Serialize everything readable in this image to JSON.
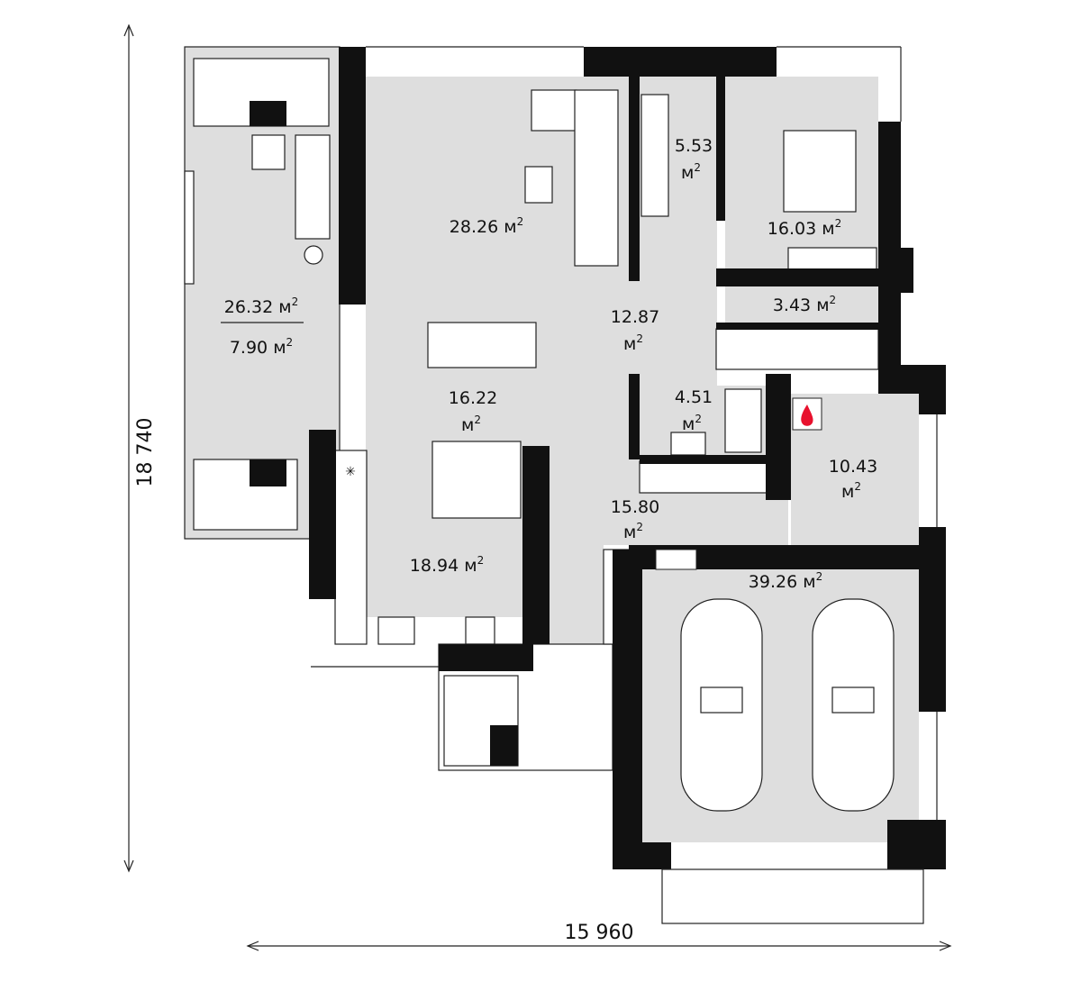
{
  "plan": {
    "rooms": [
      {
        "id": "terrace",
        "area": "26.32",
        "unit": "м",
        "sup": "2"
      },
      {
        "id": "terrace-covered",
        "area": "7.90",
        "unit": "м",
        "sup": "2"
      },
      {
        "id": "living",
        "area": "28.26",
        "unit": "м",
        "sup": "2"
      },
      {
        "id": "wardrobe",
        "area": "5.53",
        "unit": "м",
        "sup": "2"
      },
      {
        "id": "bedroom",
        "area": "16.03",
        "unit": "м",
        "sup": "2"
      },
      {
        "id": "corridor",
        "area": "12.87",
        "unit": "м",
        "sup": "2"
      },
      {
        "id": "storage",
        "area": "3.43",
        "unit": "м",
        "sup": "2"
      },
      {
        "id": "dining",
        "area": "16.22",
        "unit": "м",
        "sup": "2"
      },
      {
        "id": "bathroom",
        "area": "4.51",
        "unit": "м",
        "sup": "2"
      },
      {
        "id": "boiler-room",
        "area": "10.43",
        "unit": "м",
        "sup": "2"
      },
      {
        "id": "hall",
        "area": "15.80",
        "unit": "м",
        "sup": "2"
      },
      {
        "id": "kitchen",
        "area": "18.94",
        "unit": "м",
        "sup": "2"
      },
      {
        "id": "garage",
        "area": "39.26",
        "unit": "м",
        "sup": "2"
      }
    ],
    "dimensions": {
      "height": "18 740",
      "width": "15 960"
    },
    "icons": {
      "boiler": "flame-icon",
      "fridge": "snowflake-icon"
    },
    "colors": {
      "floor": "#dedede",
      "wall": "#111111",
      "flame": "#e8112d"
    }
  }
}
